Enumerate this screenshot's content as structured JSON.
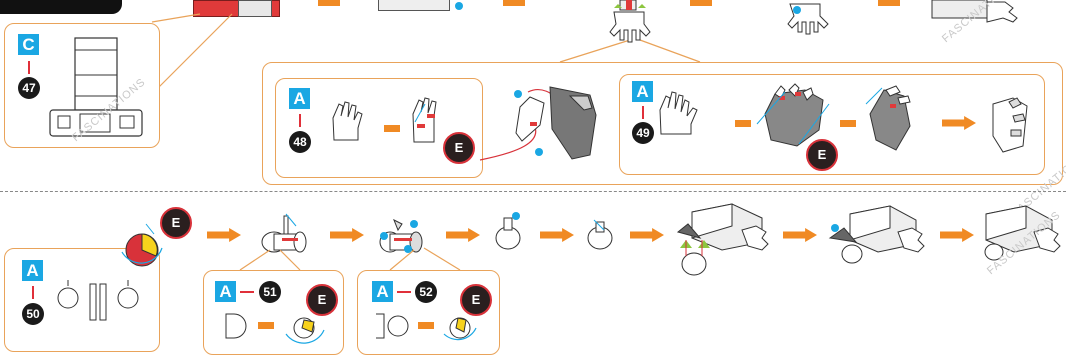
{
  "top_bar": {
    "label": ""
  },
  "panel_c": {
    "letter": "C",
    "step": "47"
  },
  "panel_48": {
    "letter": "A",
    "step": "48",
    "part": "E"
  },
  "panel_49": {
    "letter": "A",
    "step": "49",
    "part": "E"
  },
  "panel_50": {
    "letter": "A",
    "step": "50",
    "part": "E"
  },
  "panel_51": {
    "letter": "A",
    "step": "51",
    "part": "E"
  },
  "panel_52": {
    "letter": "A",
    "step": "52",
    "part": "E"
  },
  "watermark": "FASCINATIONS",
  "colors": {
    "accent_orange": "#f08a24",
    "panel_border": "#e9a35a",
    "badge_blue": "#1aa7e3",
    "part_red": "#d8323a"
  }
}
